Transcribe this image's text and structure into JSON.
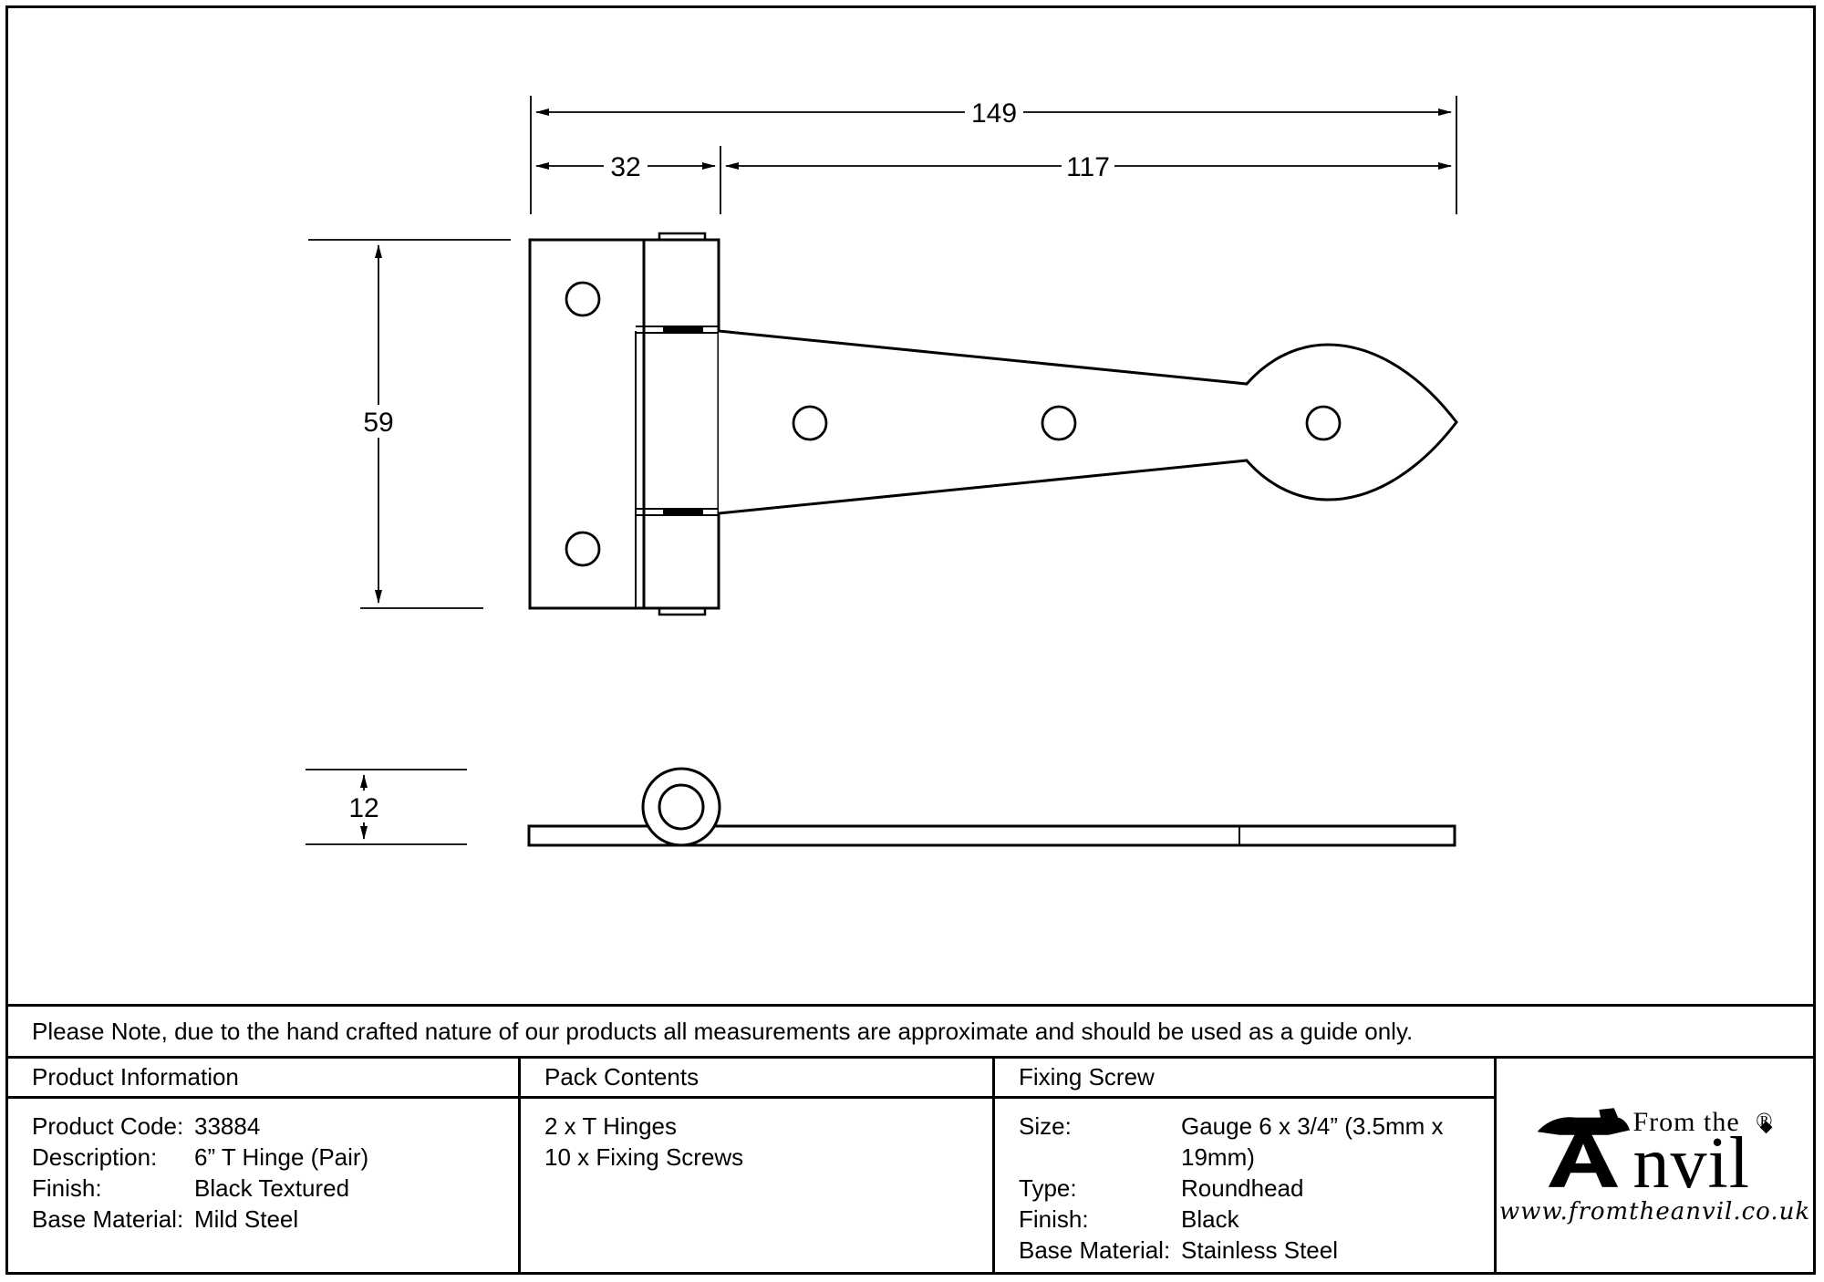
{
  "colors": {
    "ink": "#000000",
    "background": "#ffffff"
  },
  "note": "Please Note, due to the hand crafted nature of our products all measurements are approximate and should be used as a guide only.",
  "drawing": {
    "dim_total_length": "149",
    "dim_plate_width": "32",
    "dim_strap_length": "117",
    "dim_plate_height": "59",
    "dim_thickness": "12"
  },
  "table": {
    "product_information": {
      "header": "Product Information",
      "rows": [
        {
          "label": "Product Code:",
          "value": "33884"
        },
        {
          "label": "Description:",
          "value": "6” T Hinge (Pair)"
        },
        {
          "label": "Finish:",
          "value": "Black Textured"
        },
        {
          "label": "Base Material:",
          "value": "Mild Steel"
        }
      ]
    },
    "pack_contents": {
      "header": "Pack Contents",
      "items": [
        "2 x T Hinges",
        "10 x Fixing Screws"
      ]
    },
    "fixing_screw": {
      "header": "Fixing Screw",
      "rows": [
        {
          "label": "Size:",
          "value": "Gauge 6 x 3/4” (3.5mm x 19mm)"
        },
        {
          "label": "Type:",
          "value": "Roundhead"
        },
        {
          "label": "Finish:",
          "value": "Black"
        },
        {
          "label": "Base Material:",
          "value": "Stainless Steel"
        }
      ]
    }
  },
  "logo": {
    "from_the": "From the",
    "anvil_rest": "nvil",
    "registered": "®",
    "url": "www.fromtheanvil.co.uk"
  }
}
